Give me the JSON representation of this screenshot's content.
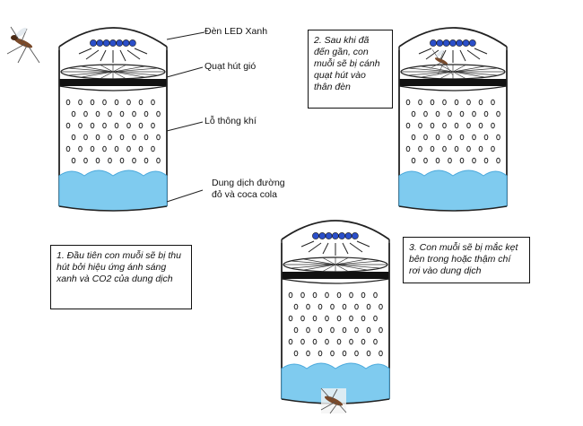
{
  "labels": {
    "led": "Đèn LED Xanh",
    "fan": "Quạt hút gió",
    "vent": "Lỗ thông khí",
    "solution": "Dung dịch đường đỏ và coca cola"
  },
  "steps": [
    {
      "text": "1. Đầu tiên con muỗi sẽ bị thu hút bởi hiệu ứng ánh sáng xanh và CO2 của dung dịch"
    },
    {
      "text": "2. Sau khi đã đến gần, con muỗi sẽ bị cánh quạt hút vào thân đèn"
    },
    {
      "text": "3. Con muỗi sẽ bị mắc kẹt bên trong hoặc thậm chí rơi vào dung dịch"
    }
  ],
  "colors": {
    "led": "#2b4fc9",
    "liquid": "#7fcbef",
    "liquid_dark": "#4aa9dc",
    "outline": "#222222"
  }
}
